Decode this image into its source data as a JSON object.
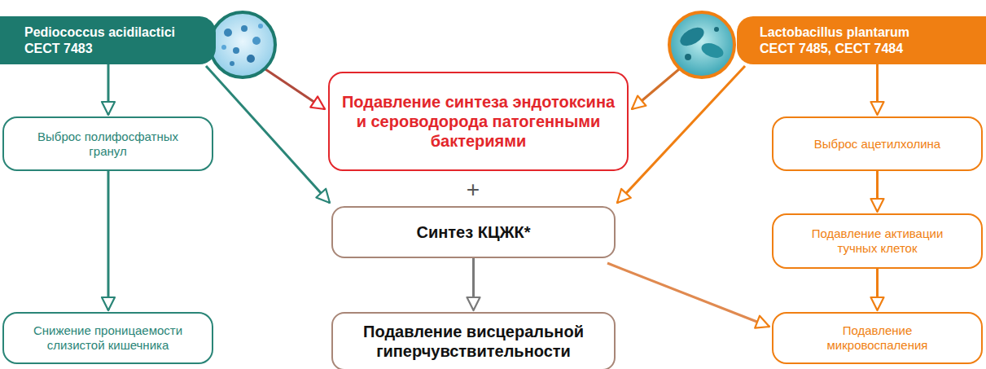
{
  "diagram": {
    "nodes": [
      {
        "text": [
          "Pediococcus acidilactici CECT 7483"
        ]
      },
      {
        "text": [
          "Подавление синтеза эндотоксина и сероводорода патогенными бактериями"
        ]
      },
      {
        "text": [
          "Lactobacillus plantarum CECT 7485, CECT 7484"
        ]
      },
      {
        "text": [
          "Выброс полифосфатных гранул"
        ]
      },
      {
        "text": [
          "Выброс ацетилхолина"
        ]
      },
      {
        "text": [
          "Синтез КЦЖК*"
        ]
      },
      {
        "text": [
          "Подавление активации тучных клеток"
        ]
      },
      {
        "text": [
          "Снижение проницаемости слизистой кишечника"
        ]
      },
      {
        "text": [
          "Подавление висцеральной гиперчувствительности"
        ]
      },
      {
        "text": [
          "Подавление микровоспаления"
        ]
      }
    ],
    "edges": [
      {
        "from": 0,
        "to": 1,
        "arrow": "to"
      },
      {
        "from": 0,
        "to": 3,
        "arrow": "to"
      },
      {
        "from": 0,
        "to": 5,
        "arrow": "to"
      },
      {
        "from": 2,
        "to": 1,
        "arrow": "to"
      },
      {
        "from": 2,
        "to": 4,
        "arrow": "to"
      },
      {
        "from": 2,
        "to": 5,
        "arrow": "to"
      },
      {
        "from": 3,
        "to": 7,
        "arrow": "to"
      },
      {
        "from": 4,
        "to": 6,
        "arrow": "to"
      },
      {
        "from": 5,
        "to": 8,
        "arrow": "to"
      },
      {
        "from": 5,
        "to": 9,
        "arrow": "to"
      },
      {
        "from": 6,
        "to": 9,
        "arrow": "to"
      }
    ],
    "labels": [
      "+"
    ]
  }
}
